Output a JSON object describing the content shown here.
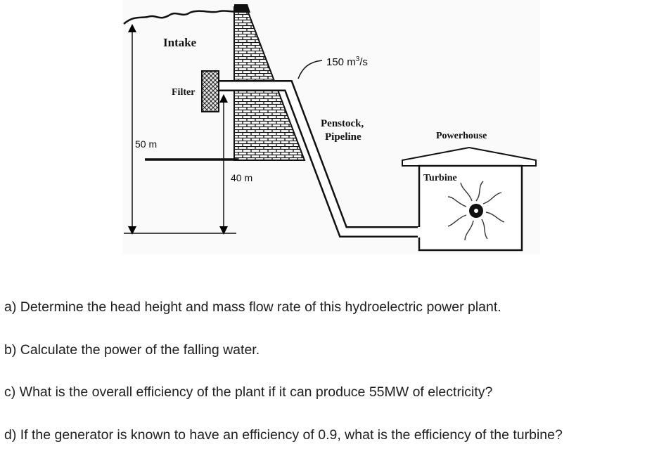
{
  "diagram": {
    "intake_label": "Intake",
    "filter_label": "Filter",
    "flow_label_value": "150 m",
    "flow_label_exp": "3",
    "flow_label_unit": "/s",
    "penstock_label_line1": "Penstock,",
    "penstock_label_line2": "Pipeline",
    "powerhouse_label": "Powerhouse",
    "turbine_label": "Turbine",
    "height_total_label": "50 m",
    "height_partial_label": "40 m"
  },
  "questions": {
    "a": "a) Determine the head height and mass flow rate of this hydroelectric power plant.",
    "b": "b) Calculate the power of the falling water.",
    "c": "c) What is the overall efficiency of the plant if it can produce 55MW of electricity?",
    "d": "d) If the generator is known to have an efficiency of 0.9, what is the efficiency of the turbine?"
  }
}
